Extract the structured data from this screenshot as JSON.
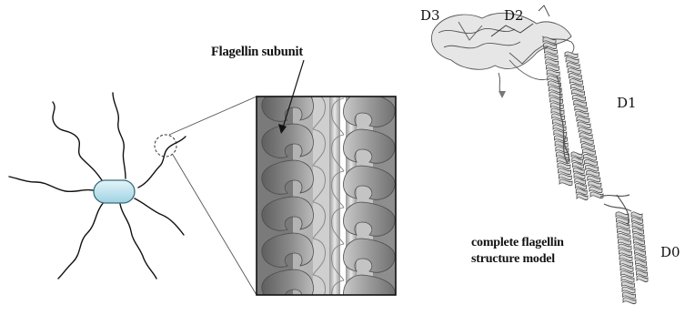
{
  "labels": {
    "flagellin_subunit": "Flagellin subunit",
    "model_line1": "complete flagellin",
    "model_line2": "structure model",
    "domains": {
      "d3": "D3",
      "d2": "D2",
      "d1": "D1",
      "d0": "D0"
    }
  },
  "colors": {
    "ink": "#111111",
    "cell_body": "#bfe3ee",
    "subunit_dark": "#6e6e6e",
    "subunit_mid": "#a6a6a6",
    "subunit_light": "#d8d8d8",
    "ribbon": "#c9c9c9"
  }
}
